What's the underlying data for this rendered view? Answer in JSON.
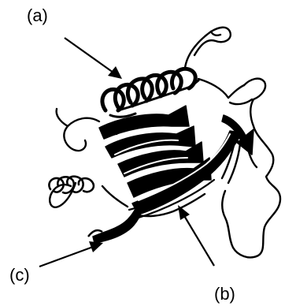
{
  "labels": {
    "a": "(a)",
    "b": "(b)",
    "c": "(c)"
  },
  "colors": {
    "ink": "#000000",
    "paper": "#ffffff"
  }
}
